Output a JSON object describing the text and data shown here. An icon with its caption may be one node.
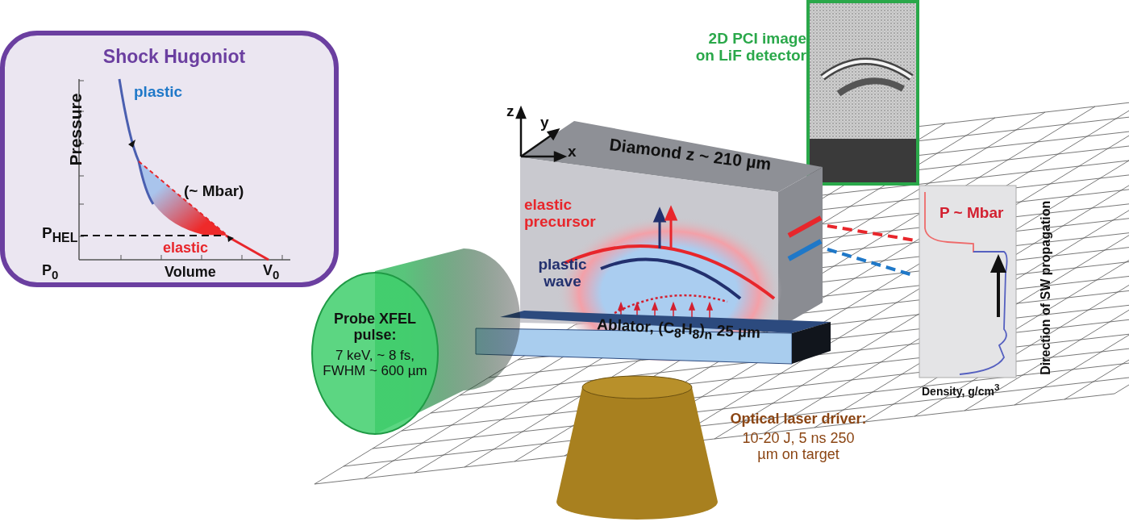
{
  "diagram": {
    "nodes": [
      {
        "text": [
          "Shock Hugoniot",
          "plastic",
          "Pressure",
          "(~ Mbar)",
          "P$_{HEL}$",
          "elastic",
          "P$_{0}$",
          "Volume",
          "V$_{0}$"
        ]
      },
      {
        "text": [
          "2D PCI image on LiF detector"
        ]
      },
      {
        "text": [
          "Diamond z ~ 210 µm",
          "elastic precursor",
          "plastic wave"
        ]
      },
      {
        "text": [
          "P ~ Mbar",
          "Density, g/cm$^{3}$",
          "Direction of SW propagation"
        ]
      },
      {
        "text": [
          "Ablator, (C$_{8}$H$_{8}$)$_{n}$ 25 µm"
        ]
      },
      {
        "text": [
          "Probe XFEL pulse:",
          "7 keV, ~ 8 fs, FWHM ~ 600 µm"
        ]
      },
      {
        "text": [
          "Optical laser driver:",
          "10-20 J, 5 ns 250 µm on target"
        ]
      }
    ],
    "edges": [
      {
        "from": 2,
        "to": 3,
        "arrow": "none",
        "style": "dashed",
        "color": "#e8262b"
      },
      {
        "from": 2,
        "to": 3,
        "arrow": "none",
        "style": "dashed",
        "color": "#1f78c8"
      }
    ],
    "labels": [
      "z",
      "y",
      "x"
    ]
  }
}
